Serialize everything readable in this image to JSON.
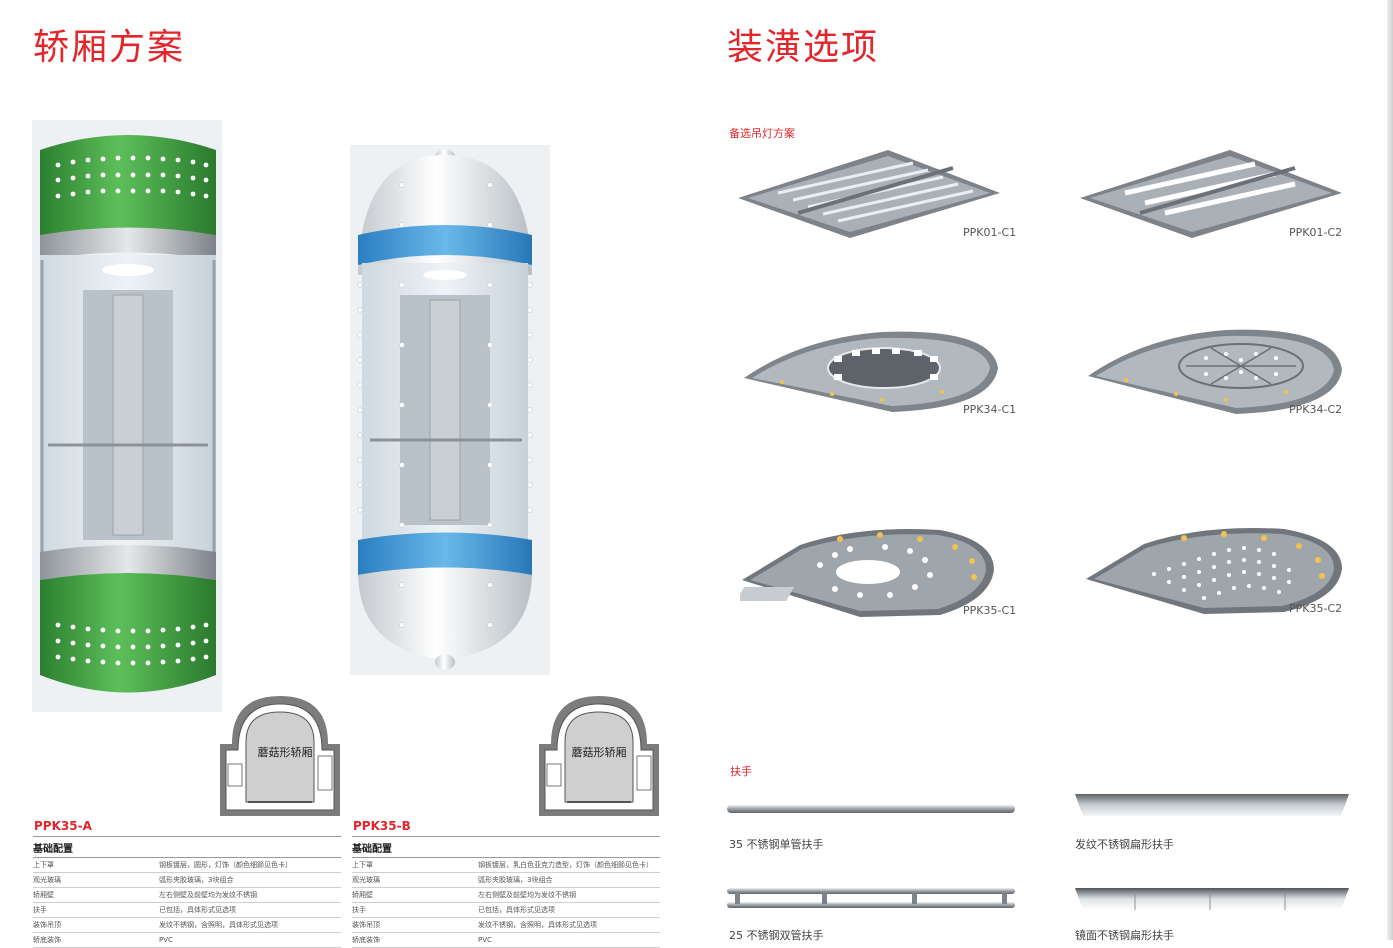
{
  "left": {
    "title": "轿厢方案",
    "floorplan_label": "蘑菇形轿厢",
    "models": [
      {
        "name": "PPK35-A",
        "table_header": "基础配置",
        "rows": [
          {
            "k": "上下罩",
            "v": "钢板镀层，圆形，灯饰（颜色细節见色卡）"
          },
          {
            "k": "观光玻璃",
            "v": "弧形夹胶玻璃，3块组合"
          },
          {
            "k": "轿厢壁",
            "v": "左右侧壁及前壁均为发纹不锈钢"
          },
          {
            "k": "扶手",
            "v": "已包括，具体形式见选项"
          },
          {
            "k": "装饰吊顶",
            "v": "发纹不锈钢，含照明，具体形式见选项"
          },
          {
            "k": "轿底装饰",
            "v": "PVC"
          }
        ]
      },
      {
        "name": "PPK35-B",
        "table_header": "基础配置",
        "rows": [
          {
            "k": "上下罩",
            "v": "钢板镀层，乳白色亚克力造型，灯饰（颜色细節见色卡）"
          },
          {
            "k": "观光玻璃",
            "v": "弧形夹胶玻璃，3块组合"
          },
          {
            "k": "轿厢壁",
            "v": "左右侧壁及前壁均为发纹不锈钢"
          },
          {
            "k": "扶手",
            "v": "已包括，具体形式见选项"
          },
          {
            "k": "装饰吊顶",
            "v": "发纹不锈钢，含照明，具体形式见选项"
          },
          {
            "k": "轿底装饰",
            "v": "PVC"
          }
        ]
      }
    ],
    "colors": {
      "green": "#3a9a3c",
      "blue": "#3f9bd6",
      "red": "#e3262b"
    }
  },
  "right": {
    "title": "装潢选项",
    "ceiling_section": "备选吊灯方案",
    "ceilings": [
      "PPK01-C1",
      "PPK01-C2",
      "PPK34-C1",
      "PPK34-C2",
      "PPK35-C1",
      "PPK35-C2"
    ],
    "handrail_section": "扶手",
    "handrails": [
      "35 不锈钢单管扶手",
      "发纹不锈钢扁形扶手",
      "25 不锈钢双管扶手",
      "镜面不锈钢扁形扶手"
    ]
  }
}
